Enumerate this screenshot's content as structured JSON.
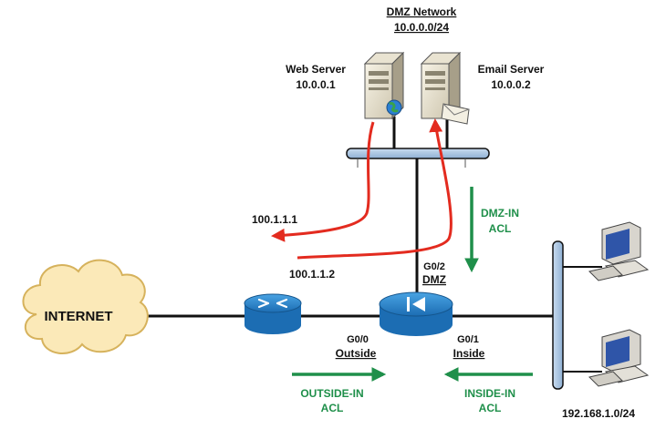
{
  "dmz": {
    "title": "DMZ Network",
    "subnet": "10.0.0.0/24",
    "web_server": {
      "name": "Web Server",
      "ip": "10.0.0.1"
    },
    "email_server": {
      "name": "Email Server",
      "ip": "10.0.0.2"
    }
  },
  "internet": {
    "label": "INTERNET"
  },
  "external_hosts": {
    "host1": "100.1.1.1",
    "host2": "100.1.1.2"
  },
  "firewall": {
    "dmz_port": "G0/2",
    "dmz_label": "DMZ",
    "outside_port": "G0/0",
    "outside_label": "Outside",
    "inside_port": "G0/1",
    "inside_label": "Inside"
  },
  "acls": {
    "dmz_in": {
      "line1": "DMZ-IN",
      "line2": "ACL"
    },
    "outside_in": {
      "line1": "OUTSIDE-IN",
      "line2": "ACL"
    },
    "inside_in": {
      "line1": "INSIDE-IN",
      "line2": "ACL"
    }
  },
  "inside_network": {
    "subnet": "192.168.1.0/24"
  },
  "colors": {
    "traffic": "#e32b1f",
    "acl": "#1f8f4a",
    "device_blue": "#2b82c9",
    "switch_bar": "#aac4e0"
  },
  "icons": {
    "cloud": "cloud-icon",
    "router": "router-icon",
    "firewall": "firewall-icon",
    "server": "server-icon",
    "pc": "pc-icon",
    "globe": "globe-icon",
    "mail": "envelope-icon"
  }
}
